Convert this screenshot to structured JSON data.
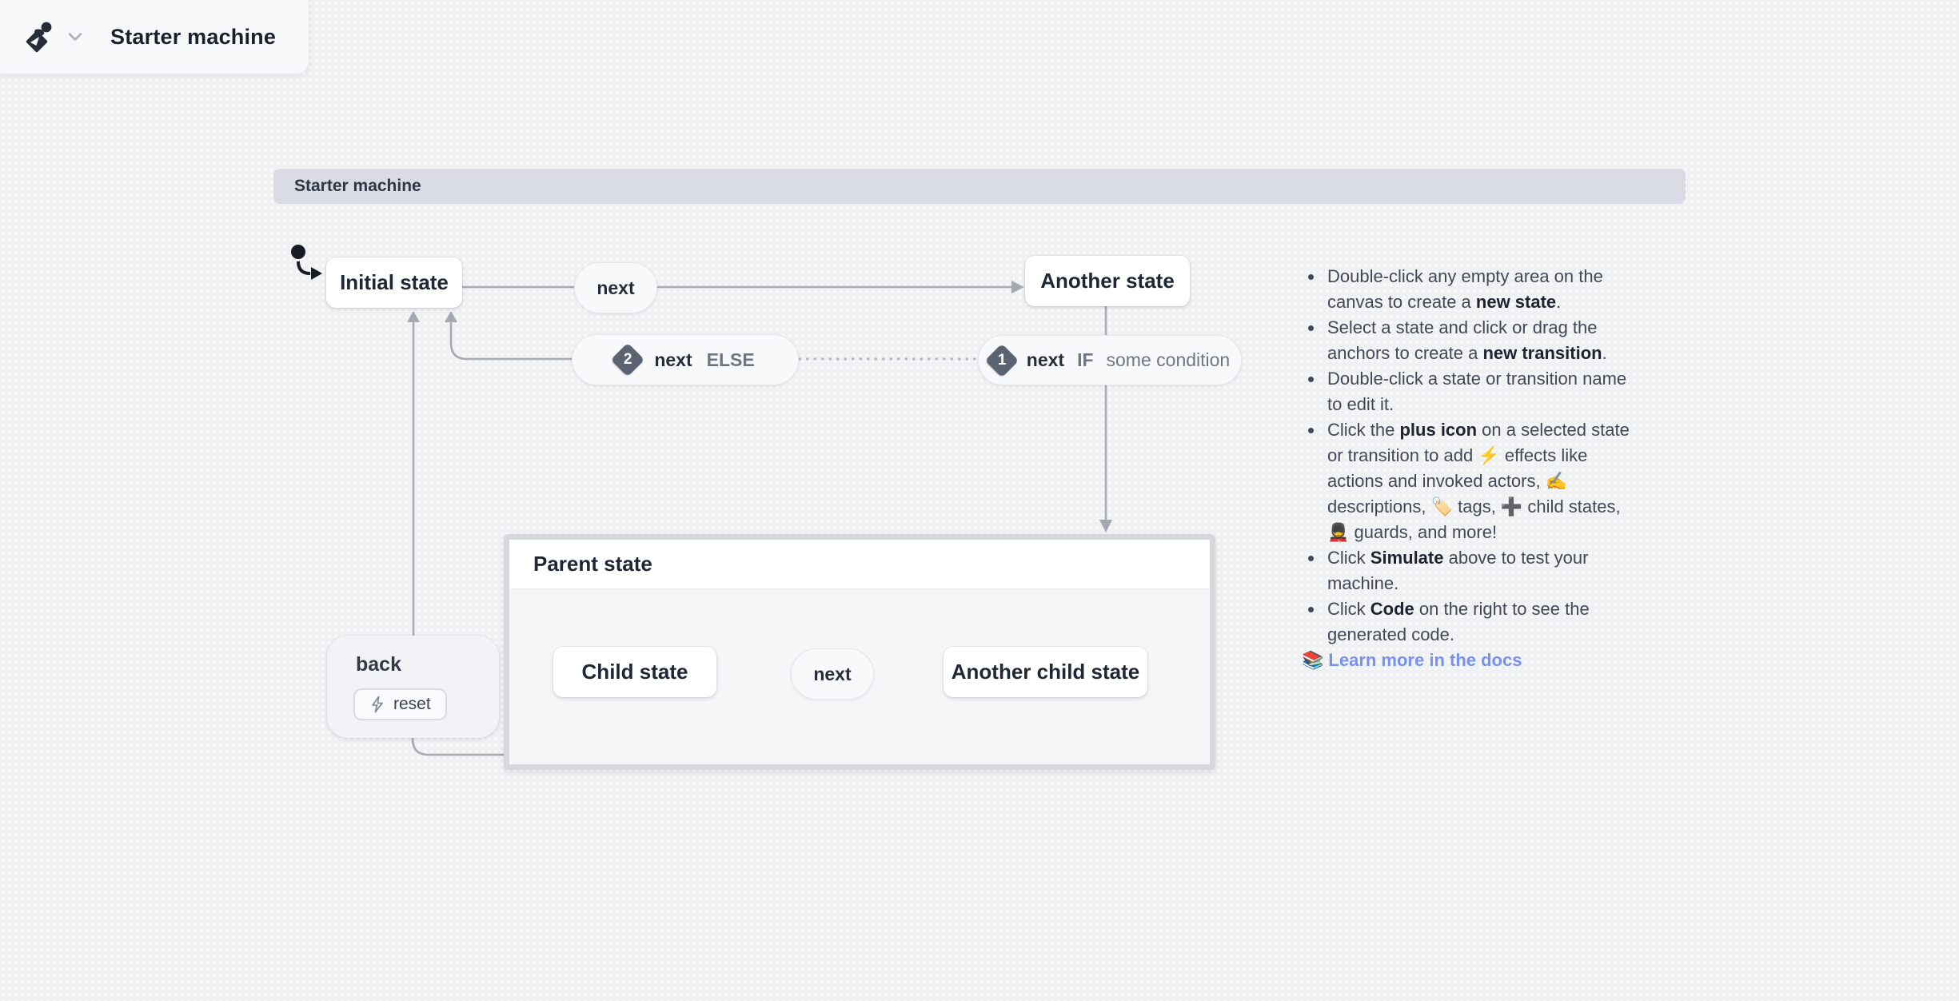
{
  "window": {
    "title": "Starter machine"
  },
  "machine": {
    "name": "Starter machine"
  },
  "colors": {
    "link": "#7792ee",
    "edge": "#a6aab2",
    "badge": "#5b6270",
    "canvas": "#eff1f3",
    "bar": "#d9dce2"
  },
  "icons": {
    "logo": "stately-logo-icon",
    "chevron": "chevron-down-icon",
    "lightning": "lightning-icon",
    "initial_marker": "initial-state-marker",
    "books": "📚"
  },
  "states": {
    "initial": {
      "label": "Initial state"
    },
    "another": {
      "label": "Another state"
    },
    "parent": {
      "label": "Parent state"
    },
    "child": {
      "label": "Child state"
    },
    "another_child": {
      "label": "Another child state"
    }
  },
  "transitions": {
    "next_top": {
      "event": "next"
    },
    "next_else": {
      "badge": "2",
      "event": "next",
      "guard": "ELSE"
    },
    "next_if": {
      "badge": "1",
      "event": "next",
      "keyword": "IF",
      "guard": "some condition"
    },
    "next_child": {
      "event": "next"
    },
    "back": {
      "event": "back",
      "action": "reset"
    }
  },
  "help": {
    "items": [
      [
        {
          "t": "Double-click any empty area on the canvas to create a ",
          "b": false
        },
        {
          "t": "new state",
          "b": true
        },
        {
          "t": ".",
          "b": false
        }
      ],
      [
        {
          "t": "Select a state and click or drag the anchors to create a ",
          "b": false
        },
        {
          "t": "new transition",
          "b": true
        },
        {
          "t": ".",
          "b": false
        }
      ],
      [
        {
          "t": "Double-click a state or transition name to edit it.",
          "b": false
        }
      ],
      [
        {
          "t": "Click the ",
          "b": false
        },
        {
          "t": "plus icon",
          "b": true
        },
        {
          "t": " on a selected state or transition to add ⚡ effects like actions and invoked actors, ✍️ descriptions, 🏷️ tags, ➕ child states, 💂 guards, and more!",
          "b": false
        }
      ],
      [
        {
          "t": "Click ",
          "b": false
        },
        {
          "t": "Simulate",
          "b": true
        },
        {
          "t": " above to test your machine.",
          "b": false
        }
      ],
      [
        {
          "t": "Click ",
          "b": false
        },
        {
          "t": "Code",
          "b": true
        },
        {
          "t": " on the right to see the generated code.",
          "b": false
        }
      ]
    ],
    "link": {
      "icon": "📚",
      "label": "Learn more in the docs"
    }
  }
}
